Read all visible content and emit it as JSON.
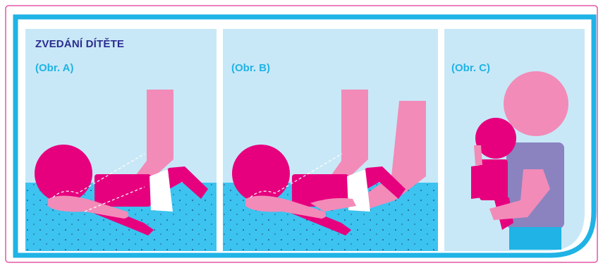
{
  "heading": "ZVEDÁNÍ DÍTĚTE",
  "panels": [
    {
      "caption": "(Obr. A)",
      "icon": "lifting-child-step-a-illustration"
    },
    {
      "caption": "(Obr. B)",
      "icon": "lifting-child-step-b-illustration"
    },
    {
      "caption": "(Obr. C)",
      "icon": "holding-child-step-c-illustration"
    }
  ],
  "colors": {
    "frame_blue": "#1fb3e6",
    "sky": "#c9e8f7",
    "water": "#3cc3f0",
    "baby_magenta": "#e6007e",
    "adult_pink": "#f28bb8",
    "adult_shirt": "#8a83c0",
    "heading_navy": "#2b2d8f",
    "border_magenta": "#d6007a"
  }
}
